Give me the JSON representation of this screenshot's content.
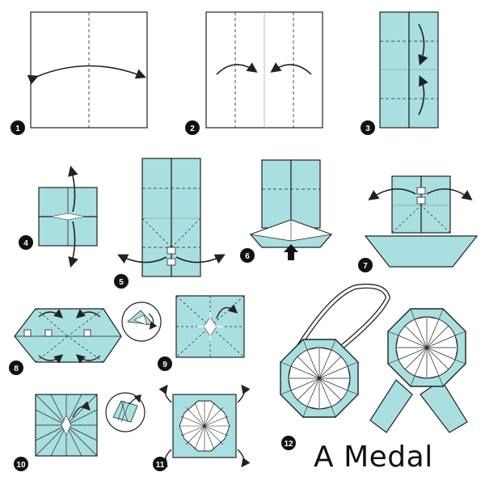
{
  "title": "A Medal",
  "colors": {
    "paper": "#a9dfe0",
    "white": "#ffffff",
    "outline": "#222222",
    "badge": "#111111"
  },
  "steps": [
    {
      "number": "1"
    },
    {
      "number": "2"
    },
    {
      "number": "3"
    },
    {
      "number": "4"
    },
    {
      "number": "5"
    },
    {
      "number": "6"
    },
    {
      "number": "7"
    },
    {
      "number": "8"
    },
    {
      "number": "9"
    },
    {
      "number": "10"
    },
    {
      "number": "11"
    },
    {
      "number": "12"
    }
  ]
}
